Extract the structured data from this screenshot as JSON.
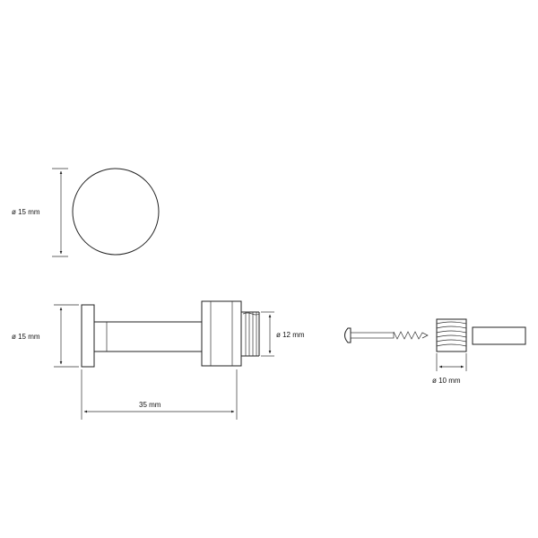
{
  "labels": {
    "top_diameter": "ø 15 mm",
    "side_diameter": "ø 15 mm",
    "thread_diameter": "ø 12 mm",
    "length": "35 mm",
    "anchor_diameter": "ø 10 mm"
  }
}
